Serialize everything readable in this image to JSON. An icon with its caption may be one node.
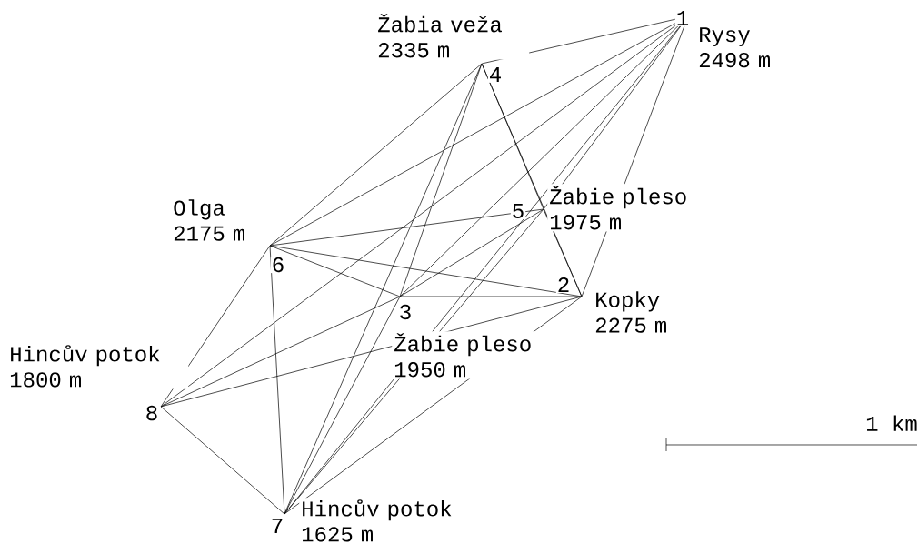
{
  "diagram": {
    "nodes": [
      {
        "text": [
          "1"
        ],
        "beside": [
          "Rysy 2498 m"
        ]
      },
      {
        "text": [
          "2"
        ],
        "beside": [
          "Kopky 2275 m"
        ]
      },
      {
        "text": [
          "3"
        ],
        "beside": [
          "Žabie pleso 1950 m"
        ]
      },
      {
        "text": [
          "4"
        ],
        "beside": [
          "Žabia veža 2335 m"
        ]
      },
      {
        "text": [
          "5"
        ],
        "beside": [
          "Žabie pleso 1975 m"
        ]
      },
      {
        "text": [
          "6"
        ],
        "beside": [
          "Olga 2175 m"
        ]
      },
      {
        "text": [
          "7"
        ],
        "beside": [
          "Hincův potok 1625 m"
        ]
      },
      {
        "text": [
          "8"
        ],
        "beside": [
          "Hincův potok 1800 m"
        ]
      }
    ],
    "edges": [
      {
        "from": 0,
        "to": 1,
        "arrow": "none"
      },
      {
        "from": 0,
        "to": 2,
        "arrow": "none"
      },
      {
        "from": 0,
        "to": 3,
        "arrow": "none"
      },
      {
        "from": 0,
        "to": 4,
        "arrow": "none"
      },
      {
        "from": 0,
        "to": 5,
        "arrow": "none"
      },
      {
        "from": 0,
        "to": 6,
        "arrow": "none"
      },
      {
        "from": 0,
        "to": 7,
        "arrow": "none"
      },
      {
        "from": 1,
        "to": 2,
        "arrow": "none"
      },
      {
        "from": 1,
        "to": 3,
        "arrow": "none"
      },
      {
        "from": 1,
        "to": 4,
        "arrow": "none"
      },
      {
        "from": 1,
        "to": 5,
        "arrow": "none"
      },
      {
        "from": 1,
        "to": 6,
        "arrow": "none"
      },
      {
        "from": 1,
        "to": 7,
        "arrow": "none"
      },
      {
        "from": 2,
        "to": 3,
        "arrow": "none"
      },
      {
        "from": 2,
        "to": 4,
        "arrow": "none"
      },
      {
        "from": 2,
        "to": 5,
        "arrow": "none"
      },
      {
        "from": 2,
        "to": 6,
        "arrow": "none"
      },
      {
        "from": 2,
        "to": 7,
        "arrow": "none"
      },
      {
        "from": 3,
        "to": 4,
        "arrow": "none"
      },
      {
        "from": 3,
        "to": 5,
        "arrow": "none"
      },
      {
        "from": 3,
        "to": 6,
        "arrow": "none"
      },
      {
        "from": 4,
        "to": 5,
        "arrow": "none"
      },
      {
        "from": 4,
        "to": 6,
        "arrow": "none"
      },
      {
        "from": 5,
        "to": 6,
        "arrow": "none"
      },
      {
        "from": 5,
        "to": 7,
        "arrow": "none"
      },
      {
        "from": 6,
        "to": 7,
        "arrow": "none"
      }
    ],
    "labels": [
      "1 km"
    ]
  }
}
